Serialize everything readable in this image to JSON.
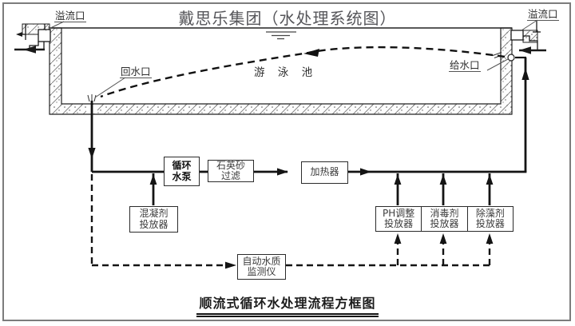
{
  "title": "戴思乐集团（水处理系统图）",
  "caption": "顺流式循环水处理流程方框图",
  "pool": {
    "label": "游 泳 池",
    "overflow_left": "溢流口",
    "overflow_right": "溢流口",
    "return_port": "回水口",
    "supply_port": "给水口"
  },
  "boxes": {
    "pump": {
      "line1": "循环",
      "line2": "水泵"
    },
    "filter": {
      "line1": "石英砂",
      "line2": "过滤"
    },
    "heater": {
      "label": "加热器"
    },
    "coagulant": {
      "line1": "混凝剂",
      "line2": "投放器"
    },
    "ph": {
      "line1": "PH调整",
      "line2": "投放器"
    },
    "disinfectant": {
      "line1": "消毒剂",
      "line2": "投放器"
    },
    "algaecide": {
      "line1": "除藻剂",
      "line2": "投放器"
    },
    "monitor": {
      "line1": "自动水质",
      "line2": "监测仪"
    }
  },
  "colors": {
    "line": "#141414",
    "title_gray": "#56565a",
    "label_gray": "#3c3c3c",
    "border_gray": "#7c7c7c"
  }
}
